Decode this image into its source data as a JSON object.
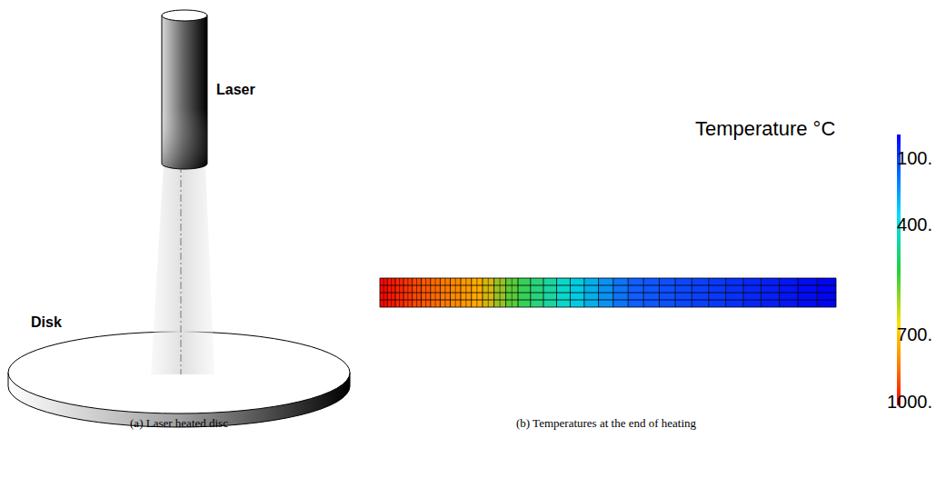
{
  "diagram": {
    "labels": [
      "Laser",
      "Disk",
      "Temperature °C",
      "100.",
      "400.",
      "700.",
      "1000.",
      "(a) Laser heated disc",
      "(b) Temperatures at the end of heating"
    ]
  }
}
